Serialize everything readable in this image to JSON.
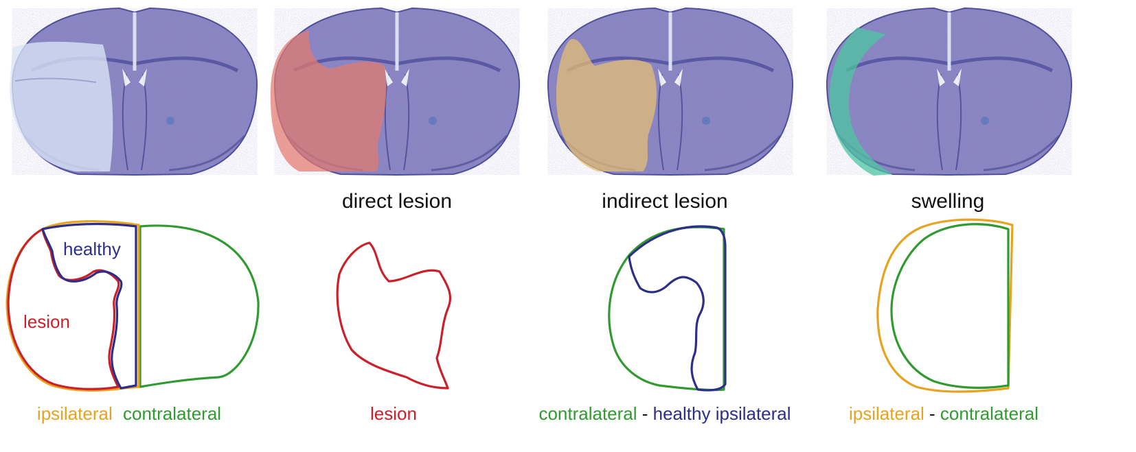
{
  "colors": {
    "tissue": "#8a86c2",
    "tissue_dark": "#4b4a9a",
    "tissue_light": "#b9c8e8",
    "orange": "#e8a21e",
    "green": "#2f9a2f",
    "red": "#cc1f2a",
    "blue": "#2d2d8a",
    "black": "#111111",
    "direct_fill": "#e47a6e",
    "indirect_fill": "#e8c070",
    "swelling_fill": "#4ec6a2"
  },
  "panels": [
    {
      "id": "injured",
      "title": ""
    },
    {
      "id": "direct",
      "title": "direct lesion"
    },
    {
      "id": "indirect",
      "title": "indirect lesion"
    },
    {
      "id": "swelling",
      "title": "swelling"
    }
  ],
  "outline_labels": {
    "healthy": "healthy",
    "lesion": "lesion"
  },
  "formulas": {
    "p1_ipsi": "ipsilateral",
    "p1_contra": "contralateral",
    "p2_lesion": "lesion",
    "p3_contra": "contralateral",
    "p3_sep": " - ",
    "p3_healthy": "healthy ipsilateral",
    "p4_ipsi": "ipsilateral",
    "p4_sep": " - ",
    "p4_contra": "contralateral"
  }
}
